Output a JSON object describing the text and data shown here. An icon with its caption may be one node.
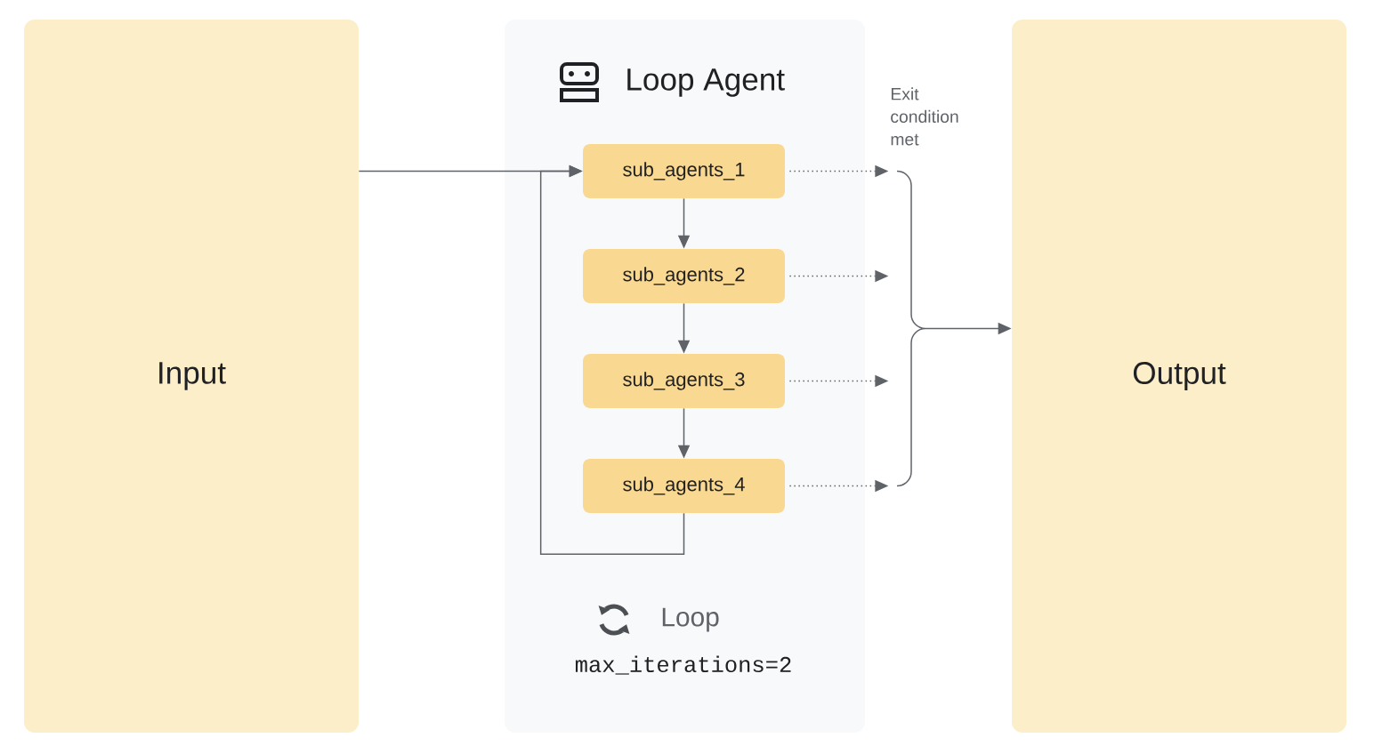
{
  "diagram": {
    "nodes": [
      {
        "text": [
          "Input"
        ]
      },
      {
        "text": [
          "Loop Agent",
          "Loop",
          "max_iterations=2"
        ]
      },
      {
        "text": [
          "sub_agents_1"
        ],
        "in": 1
      },
      {
        "text": [
          "sub_agents_2"
        ],
        "in": 1
      },
      {
        "text": [
          "sub_agents_3"
        ],
        "in": 1
      },
      {
        "text": [
          "sub_agents_4"
        ],
        "in": 1
      },
      {
        "text": [
          "Output"
        ]
      }
    ],
    "edges": [
      {
        "from": 0,
        "to": 2,
        "arrow": "to"
      },
      {
        "from": 2,
        "to": 3,
        "arrow": "to"
      },
      {
        "from": 3,
        "to": 4,
        "arrow": "to"
      },
      {
        "from": 4,
        "to": 5,
        "arrow": "to"
      },
      {
        "from": 5,
        "to": 2,
        "arrow": "to"
      },
      {
        "from": 2,
        "to": null,
        "arrow": "to",
        "style": "dashed"
      },
      {
        "from": 3,
        "to": null,
        "arrow": "to",
        "style": "dashed"
      },
      {
        "from": 4,
        "to": null,
        "arrow": "to",
        "style": "dashed"
      },
      {
        "from": 5,
        "to": null,
        "arrow": "to",
        "style": "dashed"
      },
      {
        "from": null,
        "to": 6,
        "arrow": "to"
      }
    ],
    "labels": [
      "Exit condition met"
    ]
  }
}
